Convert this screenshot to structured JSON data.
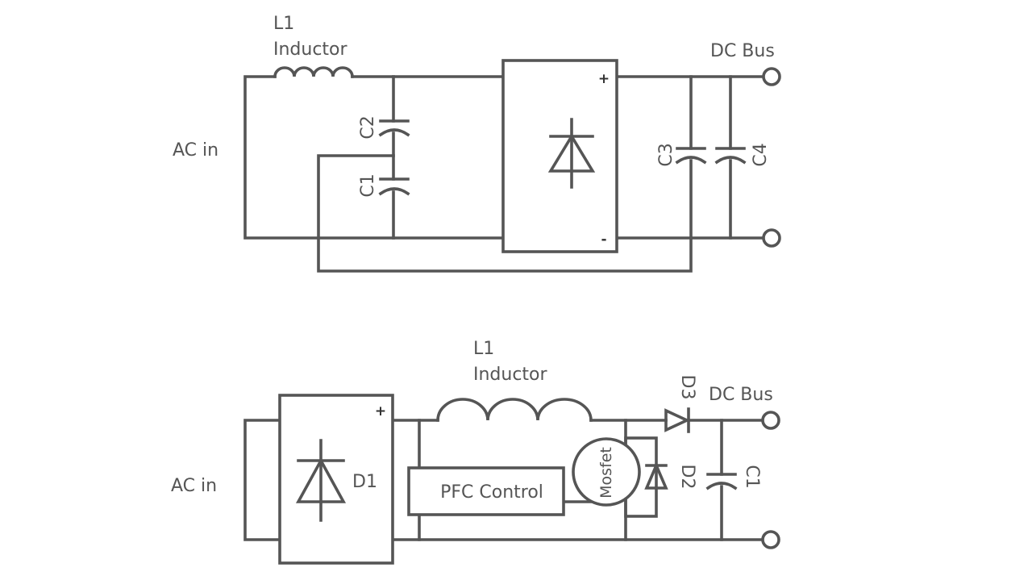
{
  "diagram_top": {
    "inductor_ref": "L1",
    "inductor_name": "Inductor",
    "input_label": "AC in",
    "output_label": "DC Bus",
    "capacitors": [
      "C1",
      "C2",
      "C3",
      "C4"
    ],
    "rectifier_plus": "+",
    "rectifier_minus": "-"
  },
  "diagram_bottom": {
    "inductor_ref": "L1",
    "inductor_name": "Inductor",
    "input_label": "AC in",
    "output_label": "DC Bus",
    "rectifier_ref": "D1",
    "rectifier_plus": "+",
    "controller_label": "PFC Control",
    "switch_label": "Mosfet",
    "diode_d2": "D2",
    "diode_d3": "D3",
    "capacitor": "C1"
  },
  "colors": {
    "line": "#555555",
    "background": "#ffffff"
  }
}
